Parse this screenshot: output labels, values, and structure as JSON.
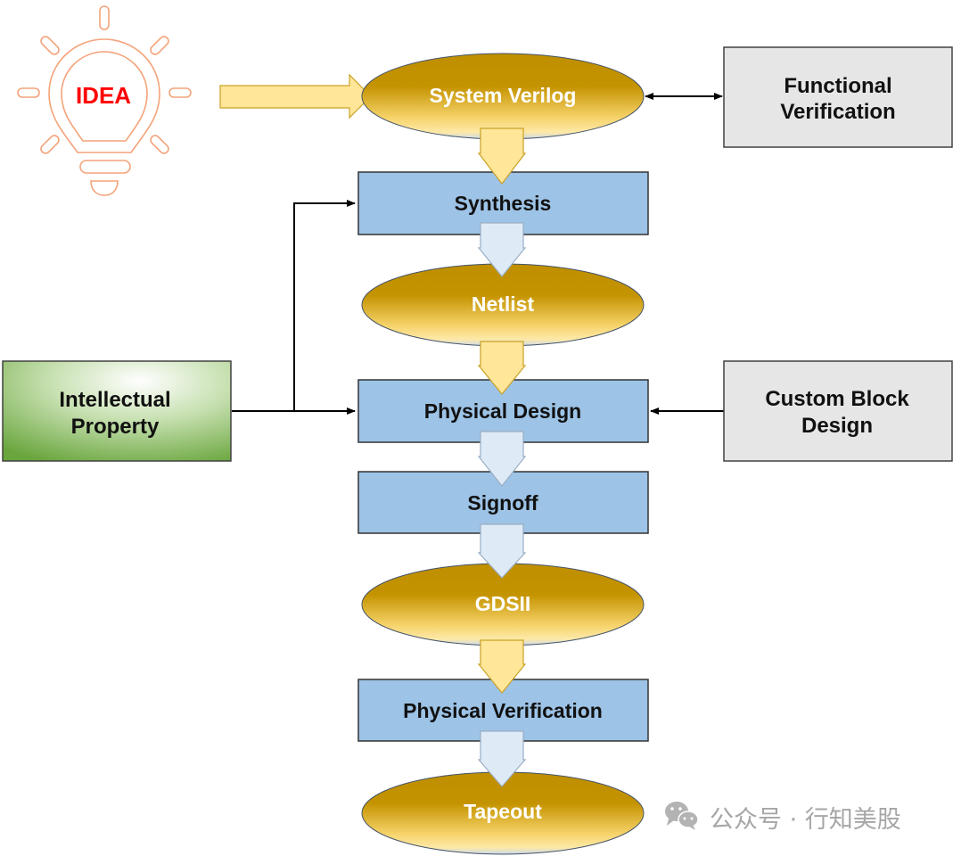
{
  "idea": {
    "label": "IDEA",
    "color": "#ff0000",
    "bulb_color": "#f4a37a"
  },
  "nodes": {
    "system_verilog": "System Verilog",
    "synthesis": "Synthesis",
    "netlist": "Netlist",
    "physical_design": "Physical Design",
    "signoff": "Signoff",
    "gdsii": "GDSII",
    "physical_verification": "Physical Verification",
    "tapeout": "Tapeout"
  },
  "side": {
    "functional_verification": [
      "Functional",
      "Verification"
    ],
    "custom_block_design": [
      "Custom Block",
      "Design"
    ],
    "intellectual_property": [
      "Intellectual",
      "Property"
    ]
  },
  "watermark": {
    "text": "公众号 · 行知美股"
  },
  "colors": {
    "ellipse_dark": "#bf8f00",
    "ellipse_light": "#ffe699",
    "box_blue": "#9dc3e6",
    "box_gray": "#e7e6e6",
    "ip_green": "#70ad47",
    "arrow_yellow": "#ffe699",
    "arrow_blue": "#deebf7"
  }
}
